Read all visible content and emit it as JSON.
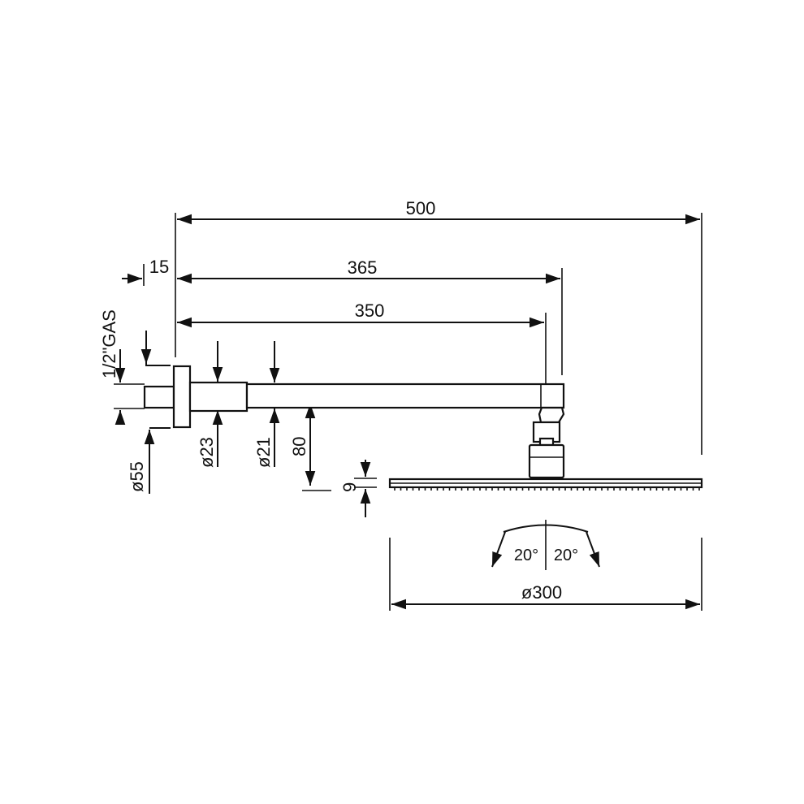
{
  "dimensions": {
    "overall_length": "500",
    "wall_offset": "15",
    "arm_to_center": "365",
    "arm_length": "350",
    "thread": "1/2\"GAS",
    "flange_diameter": "ø55",
    "arm_diameter_large": "ø23",
    "arm_diameter_small": "ø21",
    "drop_height": "80",
    "head_thickness": "9",
    "tilt_left": "20°",
    "tilt_right": "20°",
    "head_diameter": "ø300"
  },
  "colors": {
    "line": "#111111",
    "background": "#ffffff"
  }
}
